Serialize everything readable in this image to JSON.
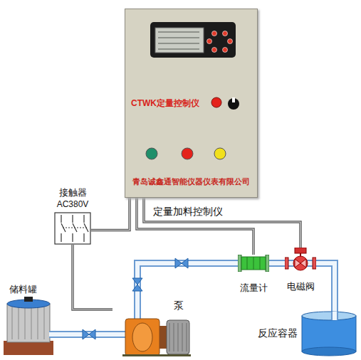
{
  "diagram": {
    "nodes": [
      {
        "text": [
          "CTWK定量控制仪",
          "青岛诚鑫通智能仪器仪表有限公司"
        ]
      },
      {
        "text": [
          "接触器",
          "AC380V"
        ]
      },
      {
        "text": [
          "储料罐"
        ]
      },
      {
        "text": [
          "泵"
        ]
      },
      {
        "text": [
          "流量计"
        ]
      },
      {
        "text": [
          "电磁阀"
        ]
      },
      {
        "text": [
          "反应容器"
        ]
      }
    ],
    "edges": [
      {
        "from": 0,
        "to": 1,
        "arrow": "none"
      },
      {
        "from": 1,
        "to": 3,
        "arrow": "none"
      },
      {
        "from": 0,
        "to": 4,
        "arrow": "none"
      },
      {
        "from": 0,
        "to": 5,
        "arrow": "none"
      },
      {
        "from": 2,
        "to": 3,
        "arrow": "none"
      },
      {
        "from": 3,
        "to": 4,
        "arrow": "none"
      },
      {
        "from": 4,
        "to": 5,
        "arrow": "none"
      },
      {
        "from": 5,
        "to": 6,
        "arrow": "none"
      }
    ],
    "labels": [
      "定量加料控制仪"
    ]
  }
}
